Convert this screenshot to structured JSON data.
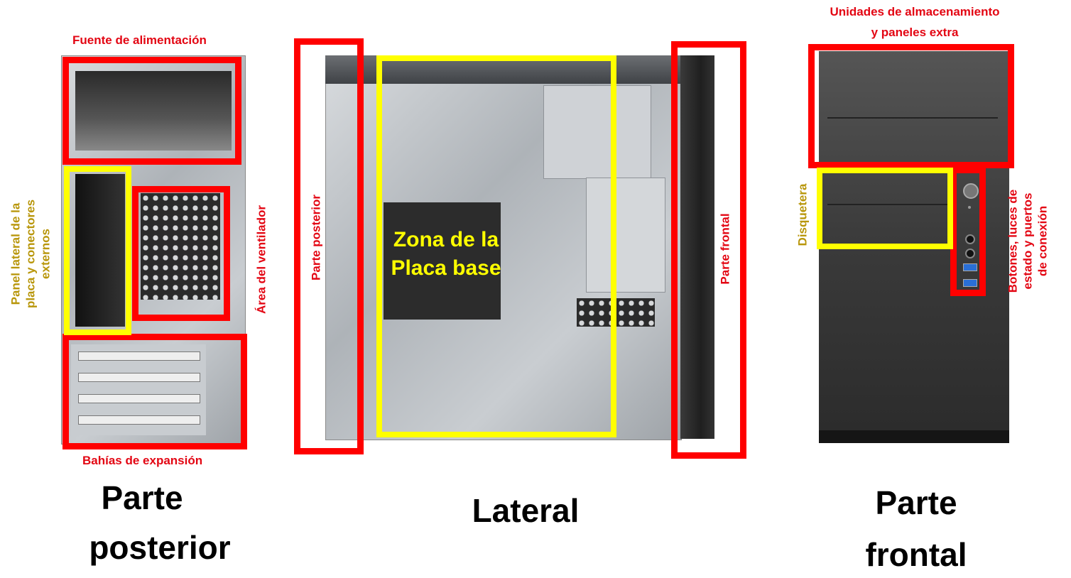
{
  "back_view": {
    "title_line1": "Parte",
    "title_line2": "posterior",
    "label_psu": "Fuente de alimentación",
    "label_side_panel": [
      "Panel lateral de la",
      "placa y conectores",
      "externos"
    ],
    "label_fan": "Área del ventilador",
    "label_expansion": "Bahías de expansión"
  },
  "side_view": {
    "title": "Lateral",
    "label_rear": "Parte posterior",
    "label_front": "Parte frontal",
    "label_mobo": [
      "Zona de la",
      "Placa base"
    ]
  },
  "front_view": {
    "title_line1": "Parte",
    "title_line2": "frontal",
    "label_storage": [
      "Unidades de almacenamiento",
      "y paneles extra"
    ],
    "label_floppy": "Disquetera",
    "label_buttons": [
      "Botones, luces de",
      "estado y puertos",
      "de conexión"
    ]
  },
  "colors": {
    "red": "#ff0000",
    "yellow": "#ffff00",
    "label_red": "#e30613",
    "label_gold": "#b8960a"
  }
}
